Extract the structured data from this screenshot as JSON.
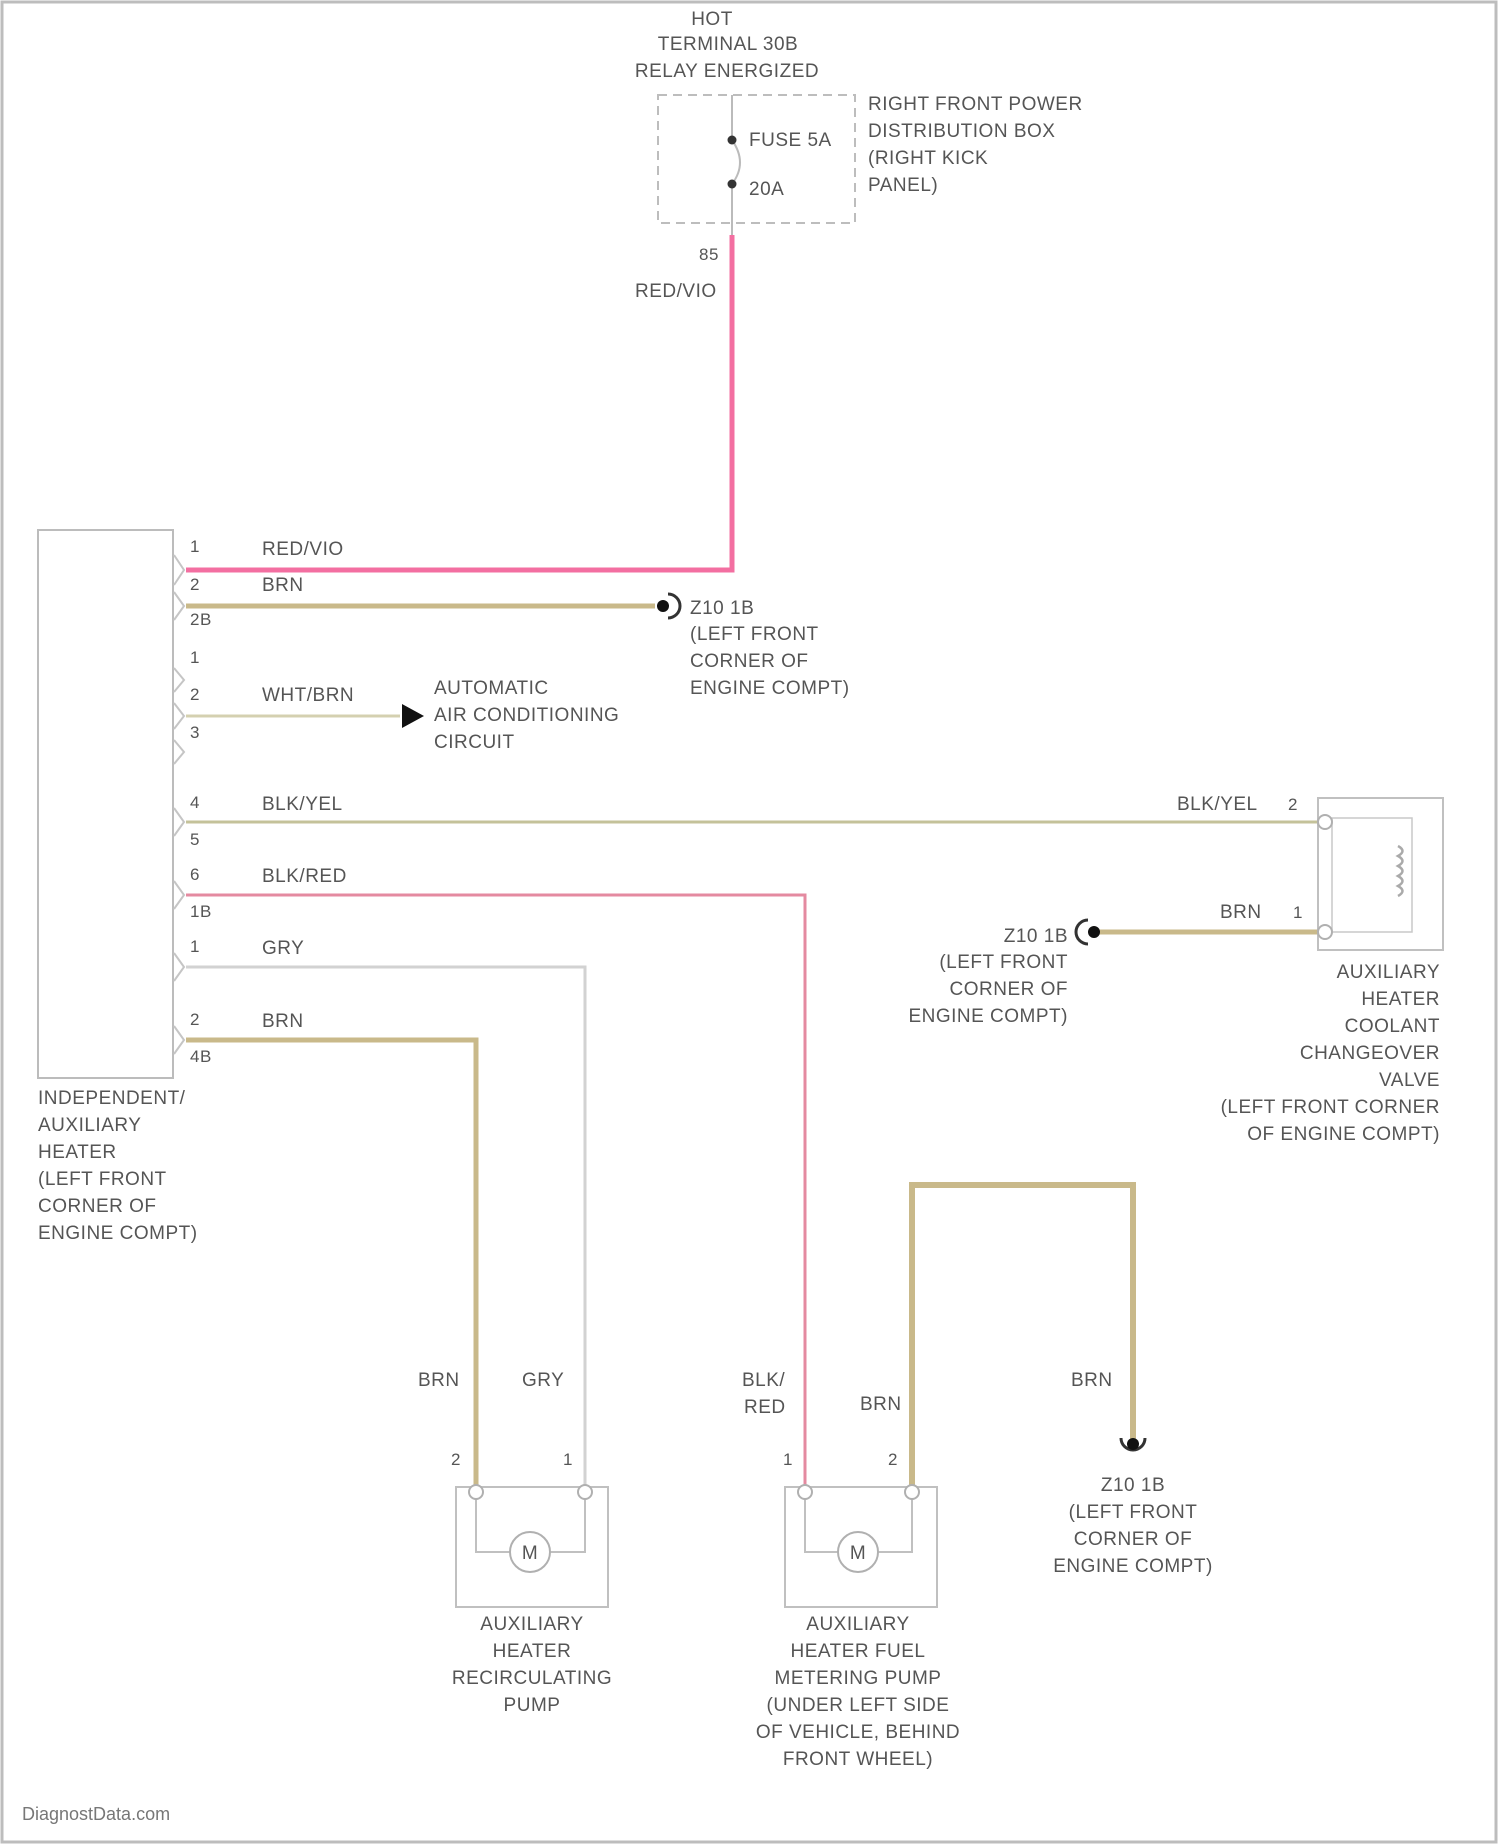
{
  "colors": {
    "red_vio": "#f36fa1",
    "brn": "#c9b98a",
    "wht_brn": "#d4d0b0",
    "blk_yel": "#c4c29a",
    "blk_red": "#e48aa0",
    "gry": "#d2d2d2",
    "component_outline": "#c8c8c8",
    "text": "#555555"
  },
  "hot_label": [
    "HOT",
    "TERMINAL 30B",
    "RELAY ENERGIZED"
  ],
  "fuse_box": {
    "fuse_label": "FUSE 5A",
    "amp_label": "20A",
    "pin": "85",
    "description": [
      "RIGHT FRONT POWER",
      "DISTRIBUTION BOX",
      "(RIGHT KICK",
      "PANEL)"
    ]
  },
  "wires": {
    "red_vio_upper": "RED/VIO",
    "red_vio_pin1": "RED/VIO",
    "brn_pin2": "BRN",
    "wht_brn": "WHT/BRN",
    "blk_yel_left": "BLK/YEL",
    "blk_yel_right": "BLK/YEL",
    "blk_red": "BLK/RED",
    "gry": "GRY",
    "brn_lower": "BRN",
    "brn_valve": "BRN",
    "brn_recirc": "BRN",
    "gry_recirc": "GRY",
    "blk_red_metering": [
      "BLK/",
      "RED"
    ],
    "brn_metering": "BRN",
    "brn_ground": "BRN"
  },
  "heater": {
    "pins": {
      "p1a": "1",
      "p2a": "2",
      "p2b": "2B",
      "p1b": "1",
      "p2c": "2",
      "p3a": "3",
      "p4": "4",
      "p5": "5",
      "p6": "6",
      "p1c": "1B",
      "p1d": "1",
      "p2d": "2",
      "p4b": "4B"
    },
    "label": [
      "INDEPENDENT/",
      "AUXILIARY",
      "HEATER",
      "(LEFT FRONT",
      "CORNER OF",
      "ENGINE COMPT)"
    ]
  },
  "ground_top": {
    "id": "Z10 1B",
    "location": [
      "(LEFT FRONT",
      "CORNER OF",
      "ENGINE COMPT)"
    ]
  },
  "ground_mid": {
    "id": "Z10 1B",
    "location": [
      "(LEFT FRONT",
      "CORNER OF",
      "ENGINE COMPT)"
    ]
  },
  "ground_bottom": {
    "id": "Z10 1B",
    "location": [
      "(LEFT FRONT",
      "CORNER OF",
      "ENGINE COMPT)"
    ]
  },
  "ac_circuit": [
    "AUTOMATIC",
    "AIR CONDITIONING",
    "CIRCUIT"
  ],
  "valve": {
    "pin_top": "2",
    "pin_bottom": "1",
    "label": [
      "AUXILIARY",
      "HEATER",
      "COOLANT",
      "CHANGEOVER",
      "VALVE",
      "(LEFT FRONT CORNER",
      "OF ENGINE COMPT)"
    ]
  },
  "recirc_pump": {
    "pin_left": "2",
    "pin_right": "1",
    "motor": "M",
    "label": [
      "AUXILIARY",
      "HEATER",
      "RECIRCULATING",
      "PUMP"
    ]
  },
  "metering_pump": {
    "pin_left": "1",
    "pin_right": "2",
    "motor": "M",
    "label": [
      "AUXILIARY",
      "HEATER FUEL",
      "METERING PUMP",
      "(UNDER LEFT SIDE",
      "OF VEHICLE, BEHIND",
      "FRONT WHEEL)"
    ]
  },
  "watermark": "DiagnostData.com"
}
